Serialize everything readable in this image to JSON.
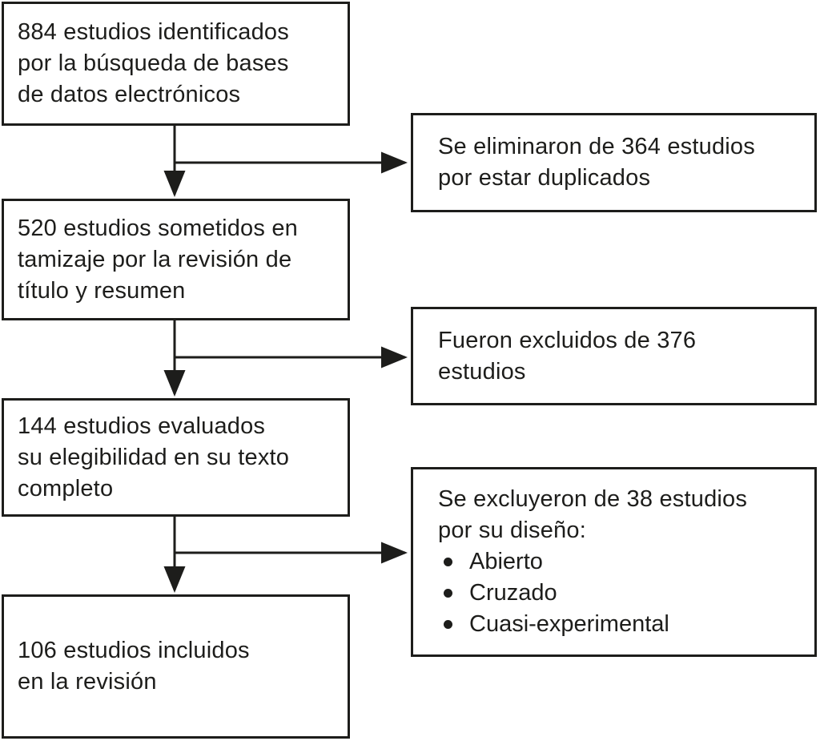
{
  "colors": {
    "line": "#1d1d1b",
    "text": "#1d1d1b",
    "box_background": "#ffffff",
    "page_background": "#ffffff"
  },
  "flow": {
    "identified": "884 estudios identificados\npor la búsqueda de bases\nde datos electrónicos",
    "screened": "520 estudios sometidos en\ntamizaje por la revisión de\ntítulo y resumen",
    "eligibility": "144 estudios evaluados\nsu elegibilidad en su texto\ncompleto",
    "included": "106 estudios incluidos\nen la revisión",
    "removed_duplicates": "Se eliminaron de 364 estudios\npor estar duplicados",
    "excluded_screening": "Fueron excluidos de 376\nestudios",
    "excluded_design_title": "Se excluyeron de 38 estudios\npor su diseño:",
    "excluded_design_reasons": [
      "Abierto",
      "Cruzado",
      "Cuasi-experimental"
    ]
  }
}
